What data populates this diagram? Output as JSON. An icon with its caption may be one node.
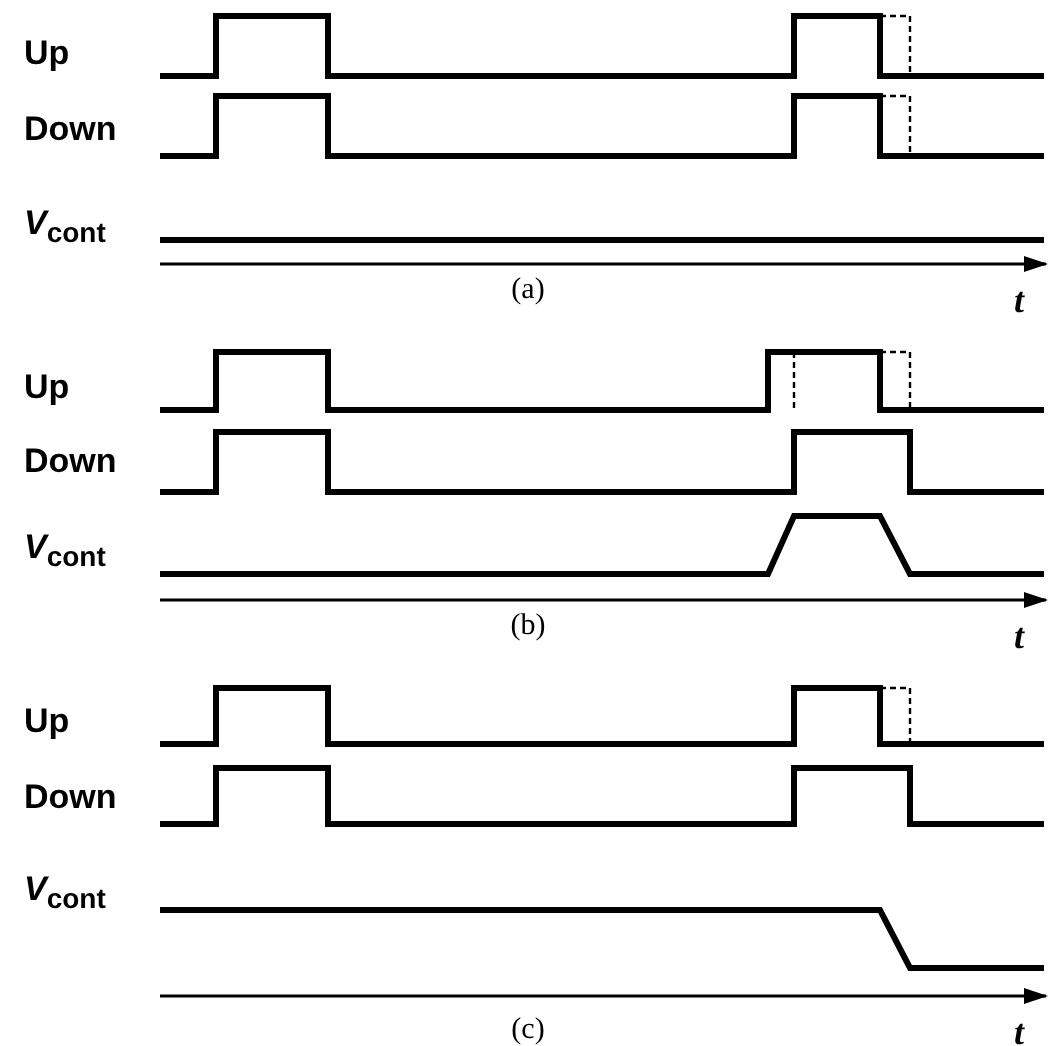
{
  "diagram": {
    "labels": [
      "Up",
      "Down",
      "*V*$_{cont}$",
      "t",
      "(a)",
      "Up",
      "Down",
      "*V*$_{cont}$",
      "t",
      "(b)",
      "Up",
      "Down",
      "*V*$_{cont}$",
      "t",
      "(c)"
    ]
  }
}
